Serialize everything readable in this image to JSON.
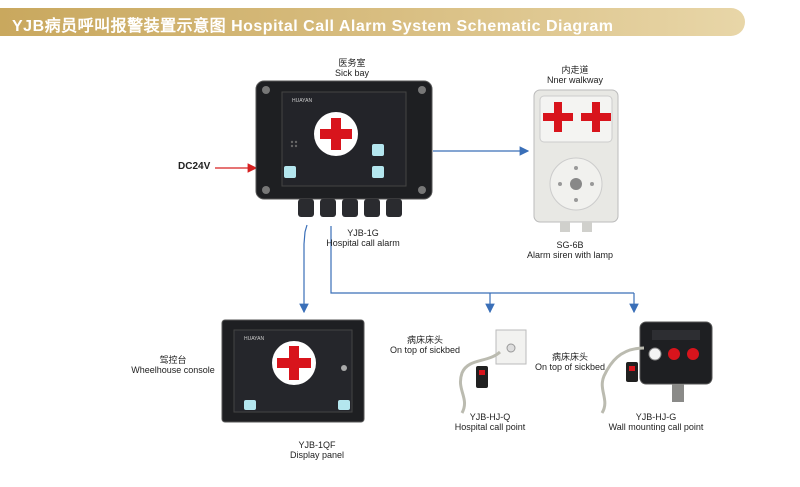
{
  "banner": {
    "title": "YJB病员呼叫报警装置示意图 Hospital Call Alarm System Schematic Diagram"
  },
  "sickbay": {
    "label_cn": "医务室",
    "label_en": "Sick bay"
  },
  "power": {
    "label": "DC24V"
  },
  "main_unit": {
    "model": "YJB-1G",
    "name": "Hospital call alarm",
    "brand": "HUAYAN"
  },
  "walkway": {
    "label_cn": "内走道",
    "label_en": "Nner walkway"
  },
  "siren": {
    "model": "SG-6B",
    "name": "Alarm siren with lamp"
  },
  "wheelhouse": {
    "label_cn": "驾控台",
    "label_en": "Wheelhouse console"
  },
  "display": {
    "model": "YJB-1QF",
    "name": "Display panel",
    "brand": "HUAYAN"
  },
  "sickbed1": {
    "label_cn": "病床床头",
    "label_en": "On top of sickbed"
  },
  "call_point": {
    "model": "YJB-HJ-Q",
    "name": "Hospital call point"
  },
  "sickbed2": {
    "label_cn": "病床床头",
    "label_en": "On top of sickbed"
  },
  "wall_point": {
    "model": "YJB-HJ-G",
    "name": "Wall mounting call point"
  },
  "colors": {
    "banner": "#c9a85e",
    "wire_blue": "#3a6fb8",
    "power_red": "#d62020",
    "cross_red": "#d8141c",
    "panel_black": "#1e1f22"
  }
}
